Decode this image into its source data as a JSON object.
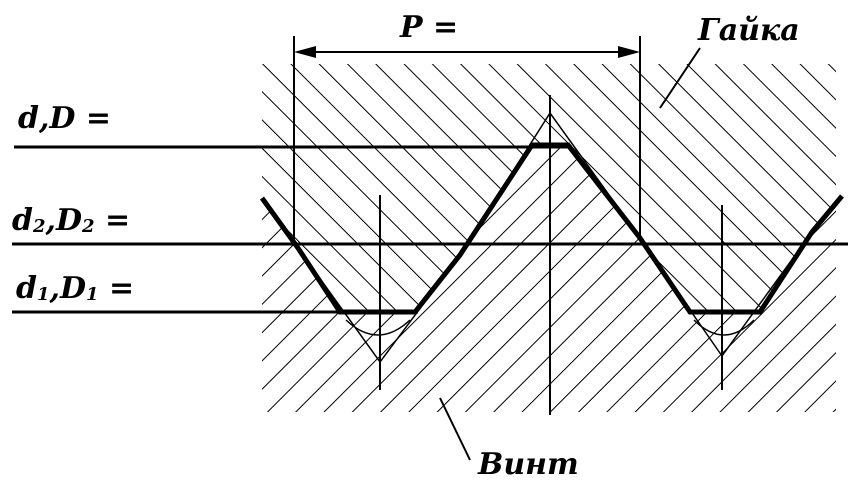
{
  "labels": {
    "pitch": "P =",
    "major_prefix": "d,D =",
    "pitch_dia_d": "d",
    "pitch_dia_D": "D",
    "sub_2": "2",
    "minor_dia_d": "d",
    "minor_dia_D": "D",
    "sub_1": "1",
    "equals": " =",
    "nut": "Гайка",
    "screw": "Винт"
  },
  "colors": {
    "ink": "#000000",
    "background": "#ffffff"
  }
}
